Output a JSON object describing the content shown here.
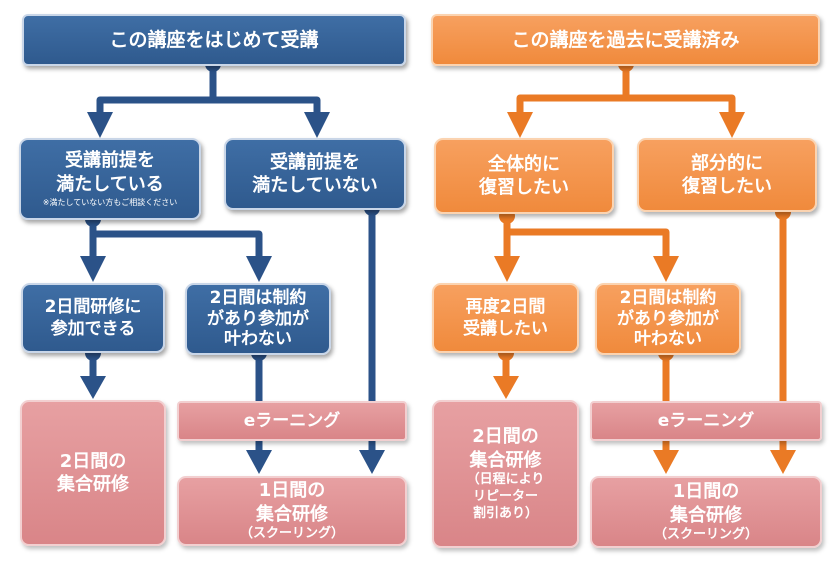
{
  "left": {
    "title": "この講座をはじめて受講",
    "branch_a": {
      "line1": "受講前提を",
      "line2": "満たしている",
      "note": "※満たしていない方もご相談ください"
    },
    "branch_b": {
      "line1": "受講前提を",
      "line2": "満たしていない"
    },
    "option_a": {
      "line1": "2日間研修に",
      "line2": "参加できる"
    },
    "option_b": {
      "line1": "2日間は制約",
      "line2": "があり参加が",
      "line3": "叶わない"
    },
    "result_2day": {
      "line1": "2日間の",
      "line2": "集合研修"
    },
    "elearning": "eラーニング",
    "result_1day": {
      "line1": "1日間の",
      "line2": "集合研修",
      "sub": "（スクーリング）"
    }
  },
  "right": {
    "title": "この講座を過去に受講済み",
    "branch_a": {
      "line1": "全体的に",
      "line2": "復習したい"
    },
    "branch_b": {
      "line1": "部分的に",
      "line2": "復習したい"
    },
    "option_a": {
      "line1": "再度2日間",
      "line2": "受講したい"
    },
    "option_b": {
      "line1": "2日間は制約",
      "line2": "があり参加が",
      "line3": "叶わない"
    },
    "result_2day": {
      "line1": "2日間の",
      "line2": "集合研修",
      "sub1": "（日程により",
      "sub2": "リピーター",
      "sub3": "割引あり）"
    },
    "elearning": "eラーニング",
    "result_1day": {
      "line1": "1日間の",
      "line2": "集合研修",
      "sub": "（スクーリング）"
    }
  },
  "colors": {
    "blue": "#2f5a8e",
    "orange": "#f08a3c",
    "pink": "#d98588",
    "blue_line": "#2b5288",
    "orange_line": "#ea7a25"
  }
}
